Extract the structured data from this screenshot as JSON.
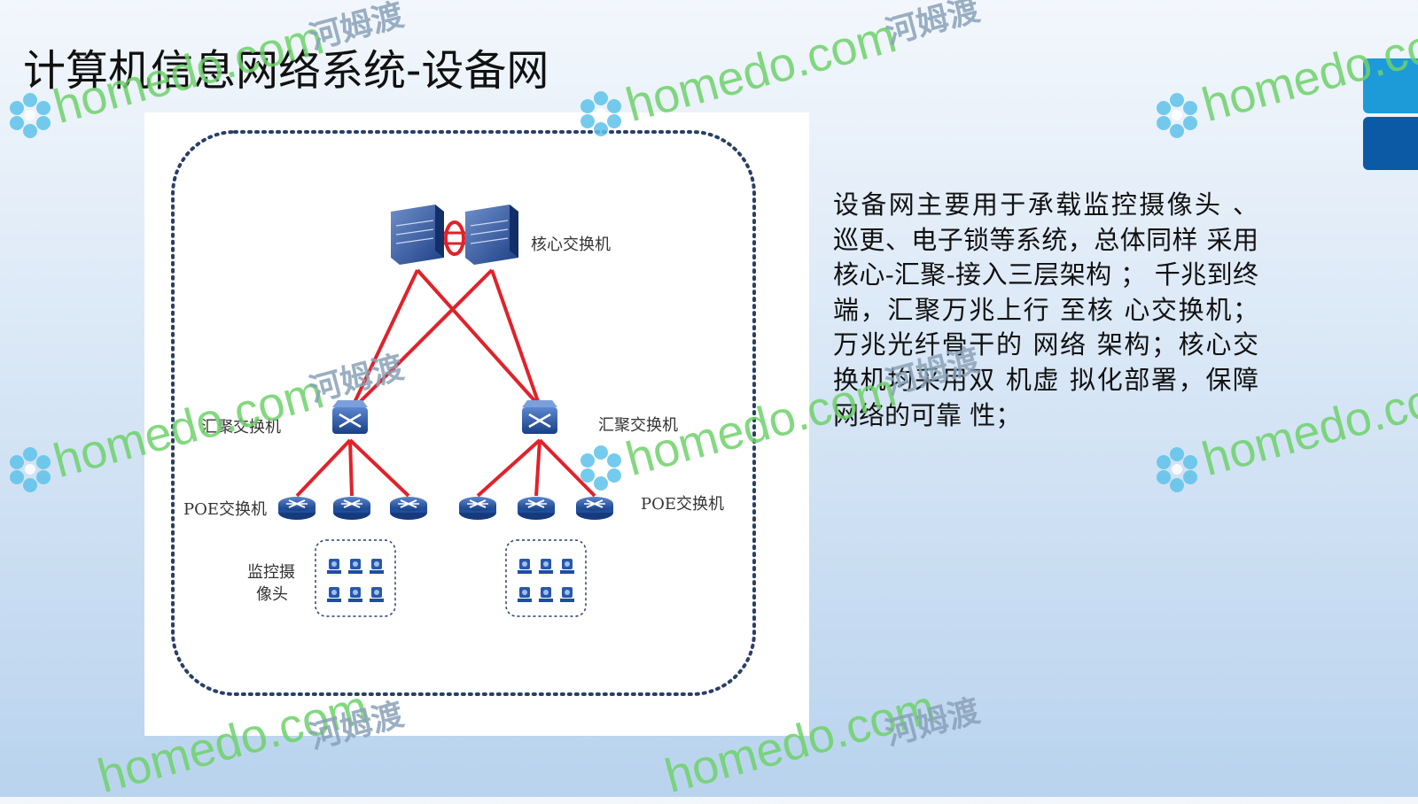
{
  "slide": {
    "title": "计算机信息网络系统-设备网"
  },
  "diagram": {
    "labels": {
      "core_switch": "核心交换机",
      "agg_switch_left": "汇聚交换机",
      "agg_switch_right": "汇聚交换机",
      "poe_switch_left": "POE交换机",
      "poe_switch_right": "POE交换机",
      "camera_line1": "监控摄",
      "camera_line2": "像头"
    },
    "colors": {
      "link": "#e0222a",
      "switch": "#1f4f9c",
      "boundary": "#2a3f66"
    }
  },
  "description": "设备网主要用于承载监控摄像头 、 巡更、电子锁等系统，总体同样 采用核心-汇聚-接入三层架构 ； 千兆到终端，汇聚万兆上行 至核 心交换机；万兆光纤骨干的 网络 架构；核心交换机均采用双 机虚 拟化部署，保障网络的可靠 性；",
  "watermark": {
    "domain_text": "homedo.com",
    "brand_text": "河姆渡"
  }
}
